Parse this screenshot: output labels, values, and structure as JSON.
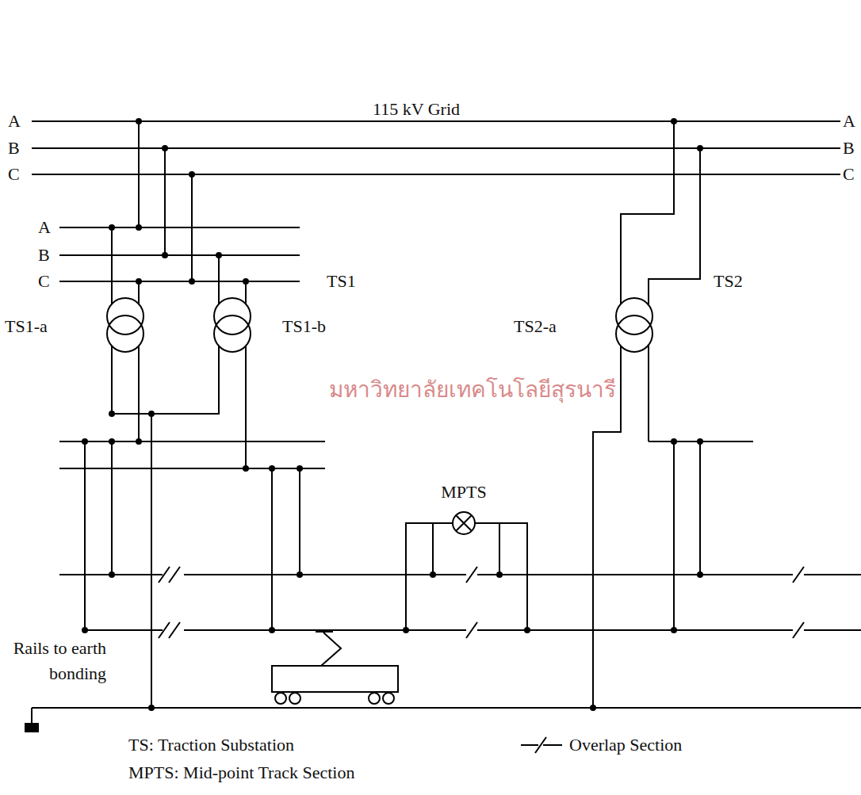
{
  "diagram": {
    "labels": [
      "A",
      "B",
      "C",
      "115 kV Grid",
      "A",
      "B",
      "C",
      "A",
      "B",
      "C",
      "TS1",
      "TS2",
      "TS1-a",
      "TS1-b",
      "TS2-a",
      "MPTS",
      "Rails to earth bonding",
      "TS: Traction Substation",
      "MPTS: Mid-point Track Section",
      "มหาวิทยาลัยเทคโนโลยีสุรนารี"
    ],
    "legend": [
      {
        "text": "Overlap Section"
      }
    ]
  }
}
